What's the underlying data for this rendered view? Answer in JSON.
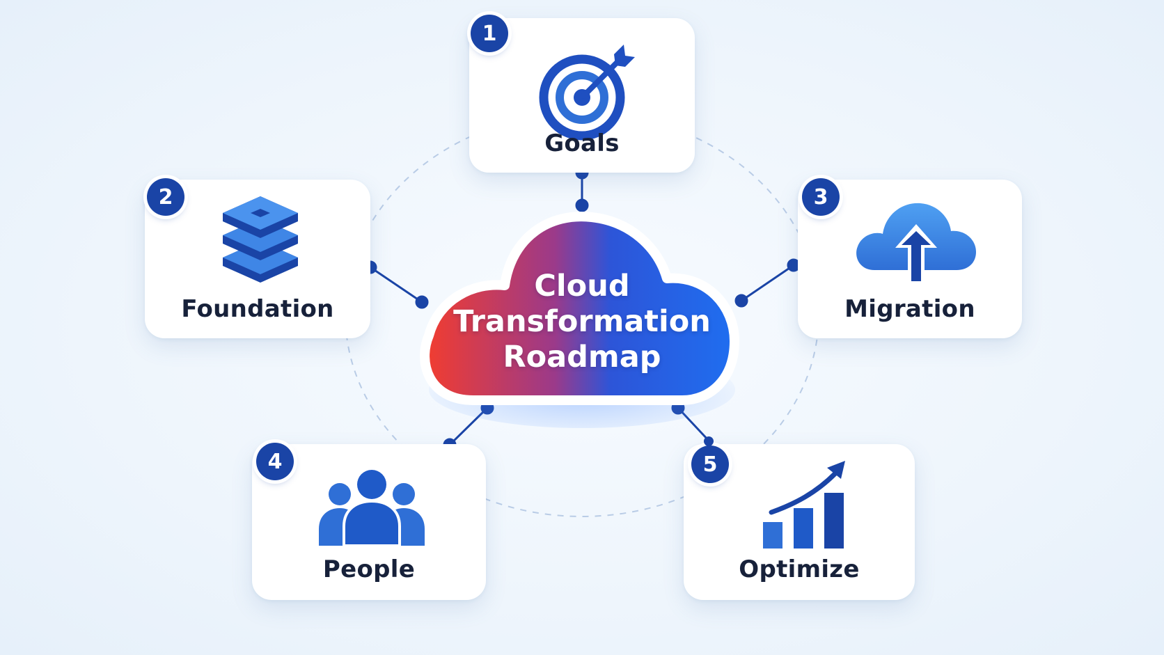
{
  "hub": {
    "title_lines": [
      "Cloud",
      "Transformation",
      "Roadmap"
    ]
  },
  "steps": [
    {
      "number": "1",
      "label": "Goals",
      "icon": "target-arrow-icon"
    },
    {
      "number": "2",
      "label": "Foundation",
      "icon": "stacked-layers-icon"
    },
    {
      "number": "3",
      "label": "Migration",
      "icon": "cloud-upload-icon"
    },
    {
      "number": "4",
      "label": "People",
      "icon": "people-group-icon"
    },
    {
      "number": "5",
      "label": "Optimize",
      "icon": "growth-chart-icon"
    }
  ],
  "colors": {
    "primary": "#1a44a6",
    "icon_blue": "#2f6fd6",
    "hub_red": "#ef3b36",
    "hub_blue": "#1f4fd8",
    "label": "#17213a"
  }
}
